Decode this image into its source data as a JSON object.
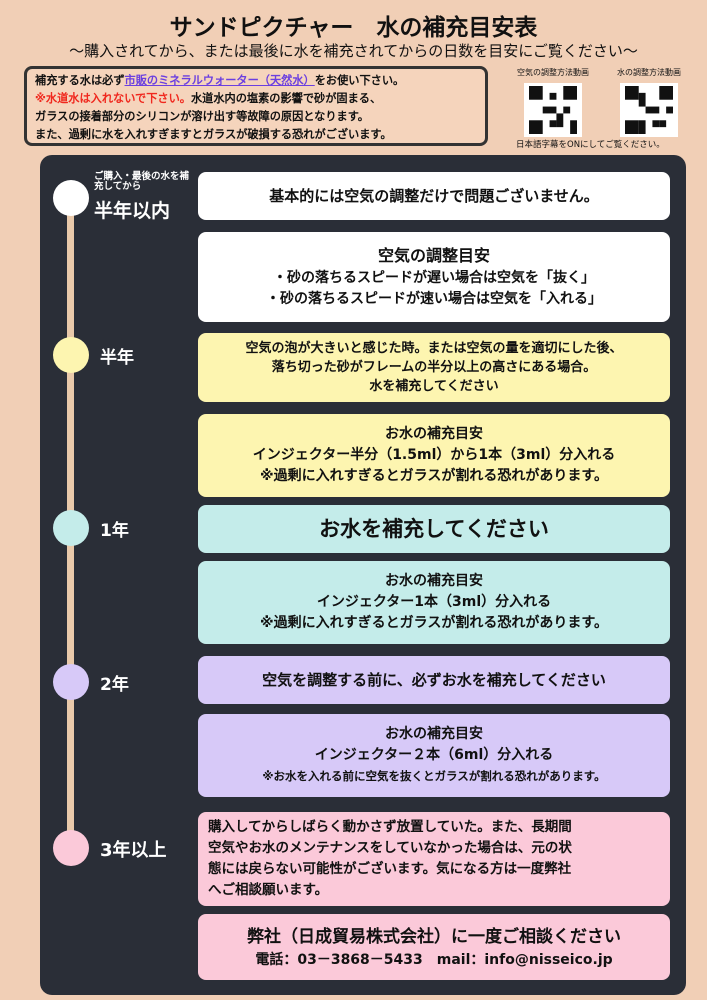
{
  "title": "サンドピクチャー　水の補充目安表",
  "subtitle": "～購入されてから、または最後に水を補充されてからの日数を目安にご覧ください～",
  "notice": {
    "l1a": "補充する水は必ず",
    "l1link": "市販のミネラルウォーター（天然水）",
    "l1b": "をお使い下さい。",
    "l2red": "※水道水は入れないで下さい。",
    "l2b": "水道水内の塩素の影響で砂が固まる、",
    "l3": "ガラスの接着部分のシリコンが溶け出す等故障の原因となります。",
    "l4": "また、過剰に水を入れすぎますとガラスが破損する恐れがございます。"
  },
  "qr": {
    "air_label": "空気の調整方法動画",
    "water_label": "水の調整方法動画",
    "caption": "日本語字幕をONにしてご覧ください。"
  },
  "colors": {
    "bg": "#f1cfb6",
    "panel": "#2a2e37",
    "yellow": "#fdf5b0",
    "cyan": "#c4ecea",
    "lavender": "#d7c9f8",
    "pink": "#fbc9d9"
  },
  "timeline": {
    "t0_small": "ご購入・最後の水を補充してから",
    "t0": "半年以内",
    "t1": "半年",
    "t2": "1年",
    "t3": "2年",
    "t4": "3年以上"
  },
  "boxes": {
    "b1": "基本的には空気の調整だけで問題ございません。",
    "b2": {
      "h": "空気の調整目安",
      "l1": "・砂の落ちるスピードが遅い場合は空気を「抜く」",
      "l2": "・砂の落ちるスピードが速い場合は空気を「入れる」"
    },
    "b3": {
      "l1": "空気の泡が大きいと感じた時。または空気の量を適切にした後、",
      "l2": "落ち切った砂がフレームの半分以上の高さにある場合。",
      "l3": "水を補充してください"
    },
    "b4": {
      "h": "お水の補充目安",
      "l1": "インジェクター半分（1.5ml）から1本（3ml）分入れる",
      "l2": "※過剰に入れすぎるとガラスが割れる恐れがあります。"
    },
    "b5": "お水を補充してください",
    "b6": {
      "h": "お水の補充目安",
      "l1": "インジェクター1本（3ml）分入れる",
      "l2": "※過剰に入れすぎるとガラスが割れる恐れがあります。"
    },
    "b7": "空気を調整する前に、必ずお水を補充してください",
    "b8": {
      "h": "お水の補充目安",
      "l1": "インジェクター２本（6ml）分入れる",
      "l2": "※お水を入れる前に空気を抜くとガラスが割れる恐れがあります。"
    },
    "b9": {
      "l1": "購入してからしばらく動かさず放置していた。また、長期間",
      "l2": "空気やお水のメンテナンスをしていなかった場合は、元の状",
      "l3": "態には戻らない可能性がございます。気になる方は一度弊社",
      "l4": "へご相談願います。"
    },
    "b10": {
      "h": "弊社（日成貿易株式会社）に一度ご相談ください",
      "contact": "電話：03－3868－5433　mail：info@nisseico.jp"
    }
  }
}
